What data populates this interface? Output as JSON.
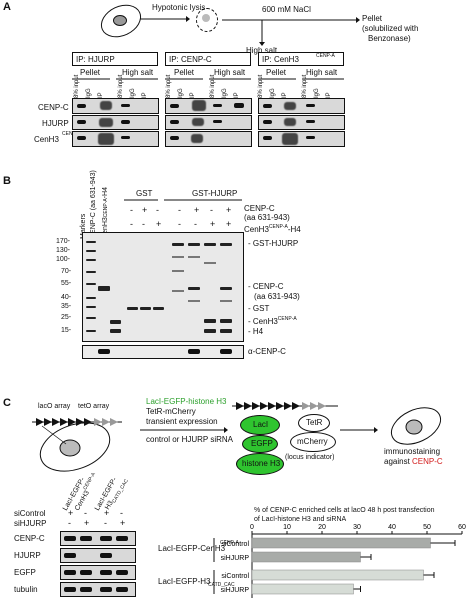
{
  "panels": {
    "a": "A",
    "b": "B",
    "c": "C"
  },
  "a": {
    "hypotonic": "Hypotonic lysis",
    "nacl": "600 mM NaCl",
    "pellet1": "Pellet",
    "pellet2": "(solubilized with",
    "pellet3": "Benzonase)",
    "highsalt": "High salt",
    "ip_boxes": [
      "IP: HJURP",
      "IP: CENP-C",
      "IP: CenH3"
    ],
    "ip_sup": "CENP-A",
    "fraction_pellet": "Pellet",
    "fraction_highsalt": "High salt",
    "lanes": [
      "8% input",
      "IgG",
      "IP",
      "8% input",
      "IgG",
      "IP"
    ],
    "rows": [
      "CENP-C",
      "HJURP",
      "CenH3"
    ],
    "row_sup": "CENP-A"
  },
  "b": {
    "lane_top": [
      "Markers",
      "CENP-C (aa 631-943)",
      "CenH3"
    ],
    "lane_top_sup": "CENP-A",
    "lane_top_tail": "-H4",
    "gst": "GST",
    "gsthjurp": "GST-HJURP",
    "cond1": "CENP-C",
    "cond1b": "(aa 631-943)",
    "cond2": "CenH3",
    "cond2_sup": "CENP-A",
    "cond2_tail": "-H4",
    "signs_row1": [
      "-",
      "+",
      "-",
      "-",
      "+",
      "-",
      "+"
    ],
    "signs_row2": [
      "-",
      "-",
      "+",
      "-",
      "-",
      "+",
      "+"
    ],
    "mw": [
      "170-",
      "130-",
      "100-",
      "70-",
      "55-",
      "40-",
      "35-",
      "25-",
      "15-"
    ],
    "right_labels": {
      "gsthjurp": "- GST-HJURP",
      "cenpc": "- CENP-C",
      "cenpc2": "(aa 631-943)",
      "gst": "- GST",
      "cenh3": "- CenH3",
      "h4": "- H4"
    },
    "blot_label": "α-CENP-C"
  },
  "c": {
    "laco": "lacO array",
    "teto": "tetO array",
    "expr1": "LacI-EGFP-histone H3",
    "expr2": "TetR-mCherry",
    "expr3": "transient expression",
    "expr4": "control or HJURP siRNA",
    "laci": "LacI",
    "egfp": "EGFP",
    "histone": "histone H3",
    "tetr": "TetR",
    "mcherry": "mCherry",
    "locus": "(locus indicator)",
    "immuno1": "immunostaining",
    "immuno2": "against",
    "immuno3": "CENP-C",
    "wb_headers": [
      "LacI-EGFP-",
      "CenH3",
      "LacI-EGFP-",
      "H3"
    ],
    "wb_sup1": "CENP-A",
    "wb_sub2": "CATD_CAC",
    "sicontrol": "siControl",
    "sihjurp": "siHJURP",
    "wb_signs": [
      [
        "+",
        "-",
        "+",
        "-"
      ],
      [
        "-",
        "+",
        "-",
        "+"
      ]
    ],
    "wb_rows": [
      "CENP-C",
      "HJURP",
      "EGFP",
      "tubulin"
    ]
  },
  "chart_data": {
    "type": "bar",
    "orientation": "horizontal",
    "title": "% of CENP-C enriched cells at lacO 48 h post transfection of LacI-histone H3 and siRNA",
    "xlim": [
      0,
      60
    ],
    "xticks": [
      0,
      10,
      20,
      30,
      40,
      50,
      60
    ],
    "categories": [
      "siControl",
      "siHJURP",
      "siControl",
      "siHJURP"
    ],
    "groups": [
      {
        "label": "LacI-EGFP-CenH3",
        "label_sup": "CENP-A",
        "rows": [
          0,
          1
        ]
      },
      {
        "label": "LacI-EGFP-H3",
        "label_sub": "CATD_CAC",
        "rows": [
          2,
          3
        ]
      }
    ],
    "values": [
      51,
      31,
      49,
      29
    ],
    "errors": [
      7,
      3,
      3,
      2
    ],
    "colors": [
      "#a8aba8",
      "#a8aba8",
      "#d6dcd6",
      "#d6dcd6"
    ]
  }
}
